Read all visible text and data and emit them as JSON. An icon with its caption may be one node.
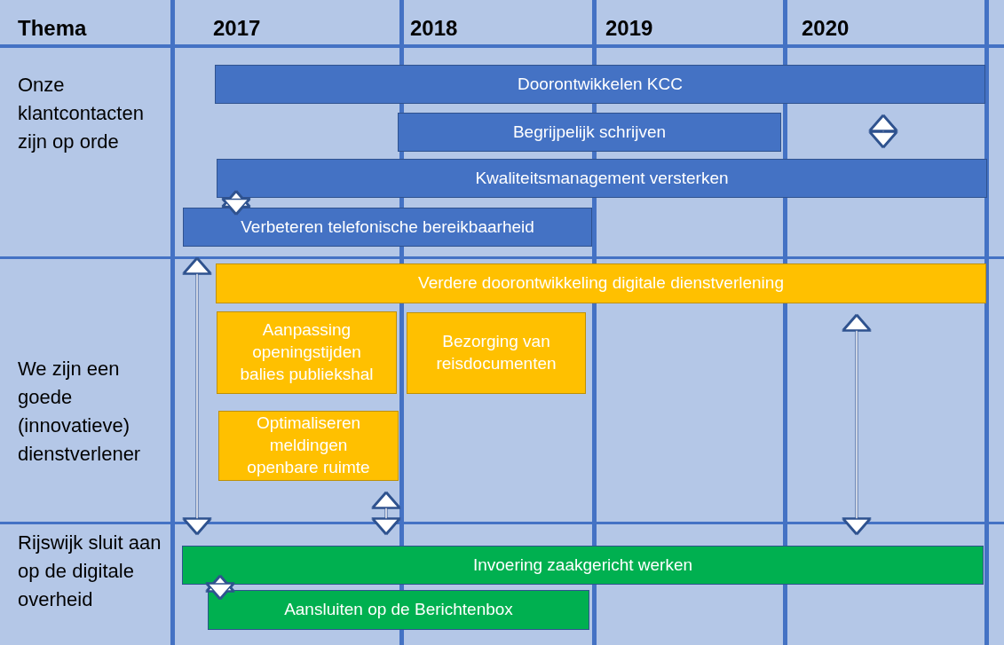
{
  "diagram": {
    "nodes": [
      {
        "text": [
          "Doorontwikkelen KCC"
        ]
      },
      {
        "text": [
          "Begrijpelijk schrijven"
        ]
      },
      {
        "text": [
          "Kwaliteitsmanagement versterken"
        ]
      },
      {
        "text": [
          "Verbeteren telefonische bereikbaarheid"
        ]
      },
      {
        "text": [
          "Verdere doorontwikkeling digitale dienstverlening"
        ]
      },
      {
        "text": [
          "Aanpassing openingstijden balies publiekshal"
        ]
      },
      {
        "text": [
          "Bezorging van reisdocumenten"
        ]
      },
      {
        "text": [
          "Optimaliseren meldingen openbare ruimte"
        ]
      },
      {
        "text": [
          "Invoering zaakgericht werken"
        ]
      },
      {
        "text": [
          "Aansluiten op de Berichtenbox"
        ]
      }
    ],
    "edges": [
      {
        "from": 0,
        "to": 2,
        "arrow": "both"
      },
      {
        "from": 2,
        "to": 3,
        "arrow": "both"
      },
      {
        "from": 3,
        "to": 8,
        "arrow": "both"
      },
      {
        "from": 7,
        "to": 8,
        "arrow": "both"
      },
      {
        "from": 4,
        "to": 8,
        "arrow": "both"
      },
      {
        "from": 8,
        "to": 9,
        "arrow": "both"
      }
    ],
    "labels": [
      "Thema",
      "2017",
      "2018",
      "2019",
      "2020",
      "Onze klantcontacten zijn op orde",
      "We zijn een goede (innovatieve) dienstverlener",
      "Rijswijk sluit aan op de digitale overheid"
    ]
  }
}
